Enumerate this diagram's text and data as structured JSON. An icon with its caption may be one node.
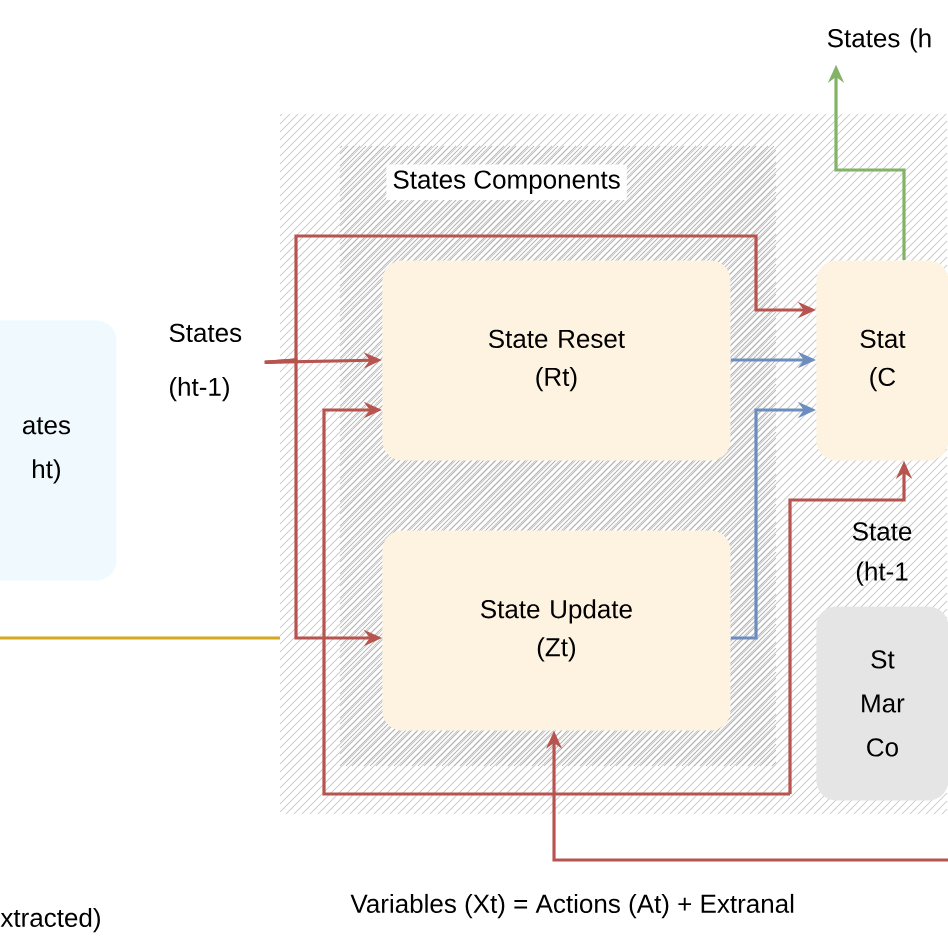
{
  "diagram": {
    "nodes": [
      {
        "text": [
          "ates",
          "ht)"
        ]
      },
      {
        "text": [
          "States (ht-1)"
        ]
      },
      {
        "text": [
          "States Components"
        ]
      },
      {
        "text": [
          "State Reset",
          "(Rt)"
        ],
        "in": 2
      },
      {
        "text": [
          "State Update",
          "(Zt)"
        ],
        "in": 2
      },
      {
        "text": [
          "Stat",
          "(C"
        ],
        "in": 2
      },
      {
        "text": [
          "St",
          "Mar",
          "Co"
        ],
        "in": 2
      },
      {
        "text": [
          "States (h"
        ]
      }
    ],
    "edges": [
      {
        "from": 1,
        "to": 3,
        "arrow": "to"
      },
      {
        "from": 1,
        "to": 5,
        "arrow": "to"
      },
      {
        "from": 1,
        "to": 4,
        "arrow": "to"
      },
      {
        "from": null,
        "to": 3,
        "arrow": "to"
      },
      {
        "from": null,
        "to": 5,
        "arrow": "to"
      },
      {
        "from": 3,
        "to": 5,
        "arrow": "to",
        "color": "#6c8ebf"
      },
      {
        "from": 4,
        "to": 5,
        "arrow": "to",
        "color": "#6c8ebf"
      },
      {
        "from": 5,
        "to": 7,
        "arrow": "to",
        "color": "#82b366"
      },
      {
        "from": null,
        "to": 4,
        "arrow": "to"
      },
      {
        "from": null,
        "to": 2,
        "arrow": "none",
        "color": "#d6a821"
      }
    ],
    "labels": [
      "State (ht-1",
      "Variables (Xt) = Actions (At) + Extranal",
      "xtracted)"
    ]
  }
}
